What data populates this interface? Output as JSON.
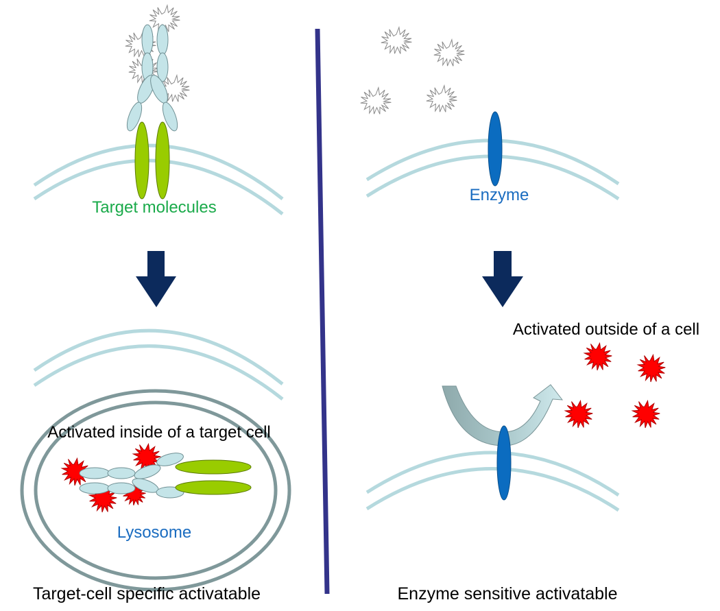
{
  "left_panel": {
    "target_label": "Target molecules",
    "inside_label": "Activated inside of a target cell",
    "lysosome_label": "Lysosome",
    "caption": "Target-cell specific activatable"
  },
  "right_panel": {
    "enzyme_label": "Enzyme",
    "outside_label": "Activated outside of a cell",
    "caption": "Enzyme sensitive activatable"
  },
  "colors": {
    "membrane": "#b5d9de",
    "antibody": "#c4e4e8",
    "target": "#99cc00",
    "enzyme": "#0b6cc0",
    "arrow": "#0c2a5c",
    "divider": "#33338a",
    "activated": "#ff0000",
    "lysosome": "#7f989a",
    "target_text": "#1aaa4a",
    "enzyme_text": "#1a6cc0"
  }
}
